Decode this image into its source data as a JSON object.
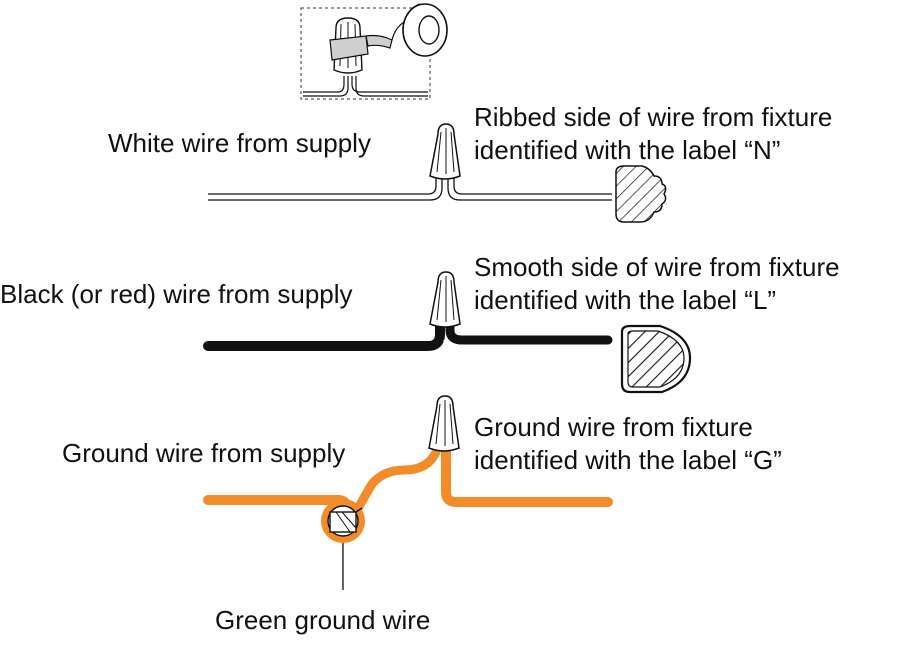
{
  "labels": {
    "white_supply": "White wire from supply",
    "neutral_fixture": {
      "line1": "Ribbed side of wire from fixture",
      "line2": "identified with the label “N”"
    },
    "black_supply": "Black (or red) wire from supply",
    "line_fixture": {
      "line1": "Smooth side of wire from fixture",
      "line2": "identified with the label “L”"
    },
    "ground_supply": "Ground wire from supply",
    "ground_fixture": {
      "line1": "Ground wire from fixture",
      "line2": "identified with the label “G”"
    },
    "green_ground": "Green ground wire"
  },
  "colors": {
    "ink": "#111111",
    "ground_wire": "#f28c28",
    "white_wire_fill": "#ffffff"
  },
  "icons": {
    "inset": "wire-nut-and-electrical-tape-icon",
    "wire_connector": "wire-nut-icon",
    "wire_end_ribbed": "ribbed-wire-cross-section-icon",
    "wire_end_smooth": "smooth-wire-cross-section-icon",
    "ground_screw": "ground-screw-icon"
  }
}
